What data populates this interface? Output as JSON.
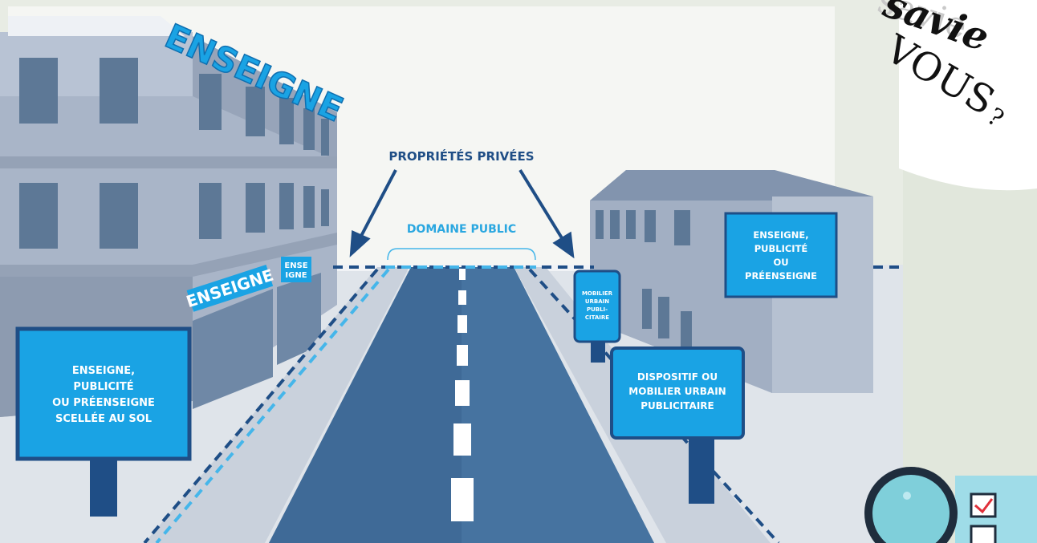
{
  "labels": {
    "enseigne_roof": "ENSEIGNE",
    "enseigne_facade": "ENSEIGNE",
    "enseigne_small_1": "ENSE",
    "enseigne_small_2": "IGNE",
    "proprietes_privees": "PROPRIÉTÉS PRIVÉES",
    "domaine_public": "DOMAINE PUBLIC",
    "panel_left": [
      "ENSEIGNE,",
      "PUBLICITÉ",
      "OU PRÉENSEIGNE",
      "SCELLÉE AU SOL"
    ],
    "panel_right_building": [
      "ENSEIGNE,",
      "PUBLICITÉ",
      "OU",
      "PRÉENSEIGNE"
    ],
    "panel_mobilier": [
      "MOBILIER",
      "URBAIN",
      "PUBLI-",
      "CITAIRE"
    ],
    "panel_dispositif": [
      "DISPOSITIF OU",
      "MOBILIER URBAIN",
      "PUBLICITAIRE"
    ]
  },
  "badge": {
    "word_1": "savie",
    "word_2": "VOUS",
    "punct": "?"
  },
  "icons": [
    "magnifier-icon",
    "checklist-icon"
  ],
  "colors": {
    "sign_blue": "#1aa3e4",
    "sign_border": "#1f4e86",
    "road": "#3f6a97",
    "building": "#a9b5c8",
    "background": "#e8ece4"
  }
}
